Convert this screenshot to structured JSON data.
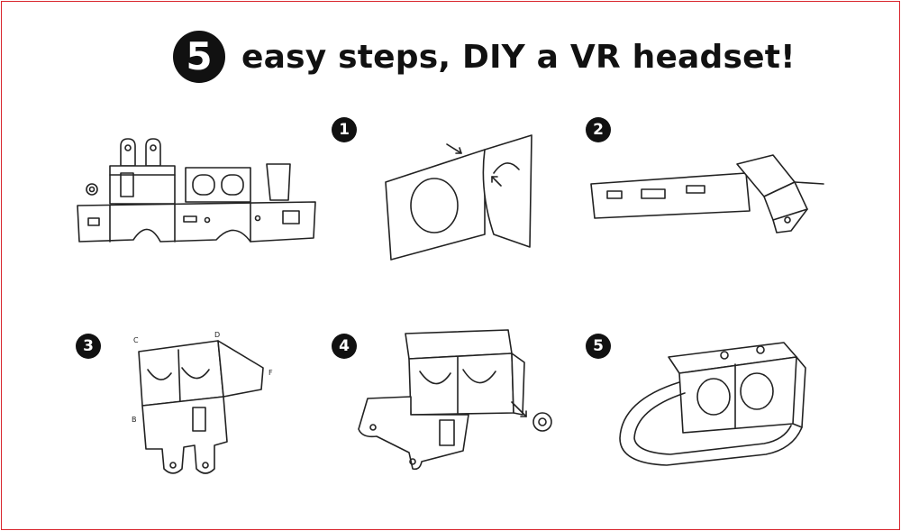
{
  "title": {
    "number": "5",
    "text": "easy steps, DIY a VR headset!"
  },
  "steps": [
    {
      "label": "1"
    },
    {
      "label": "2"
    },
    {
      "label": "3"
    },
    {
      "label": "4"
    },
    {
      "label": "5"
    }
  ],
  "fold_letters": [
    "C",
    "D",
    "F",
    "B"
  ],
  "colors": {
    "border": "#d9252c",
    "ink": "#111111",
    "background": "#ffffff"
  }
}
